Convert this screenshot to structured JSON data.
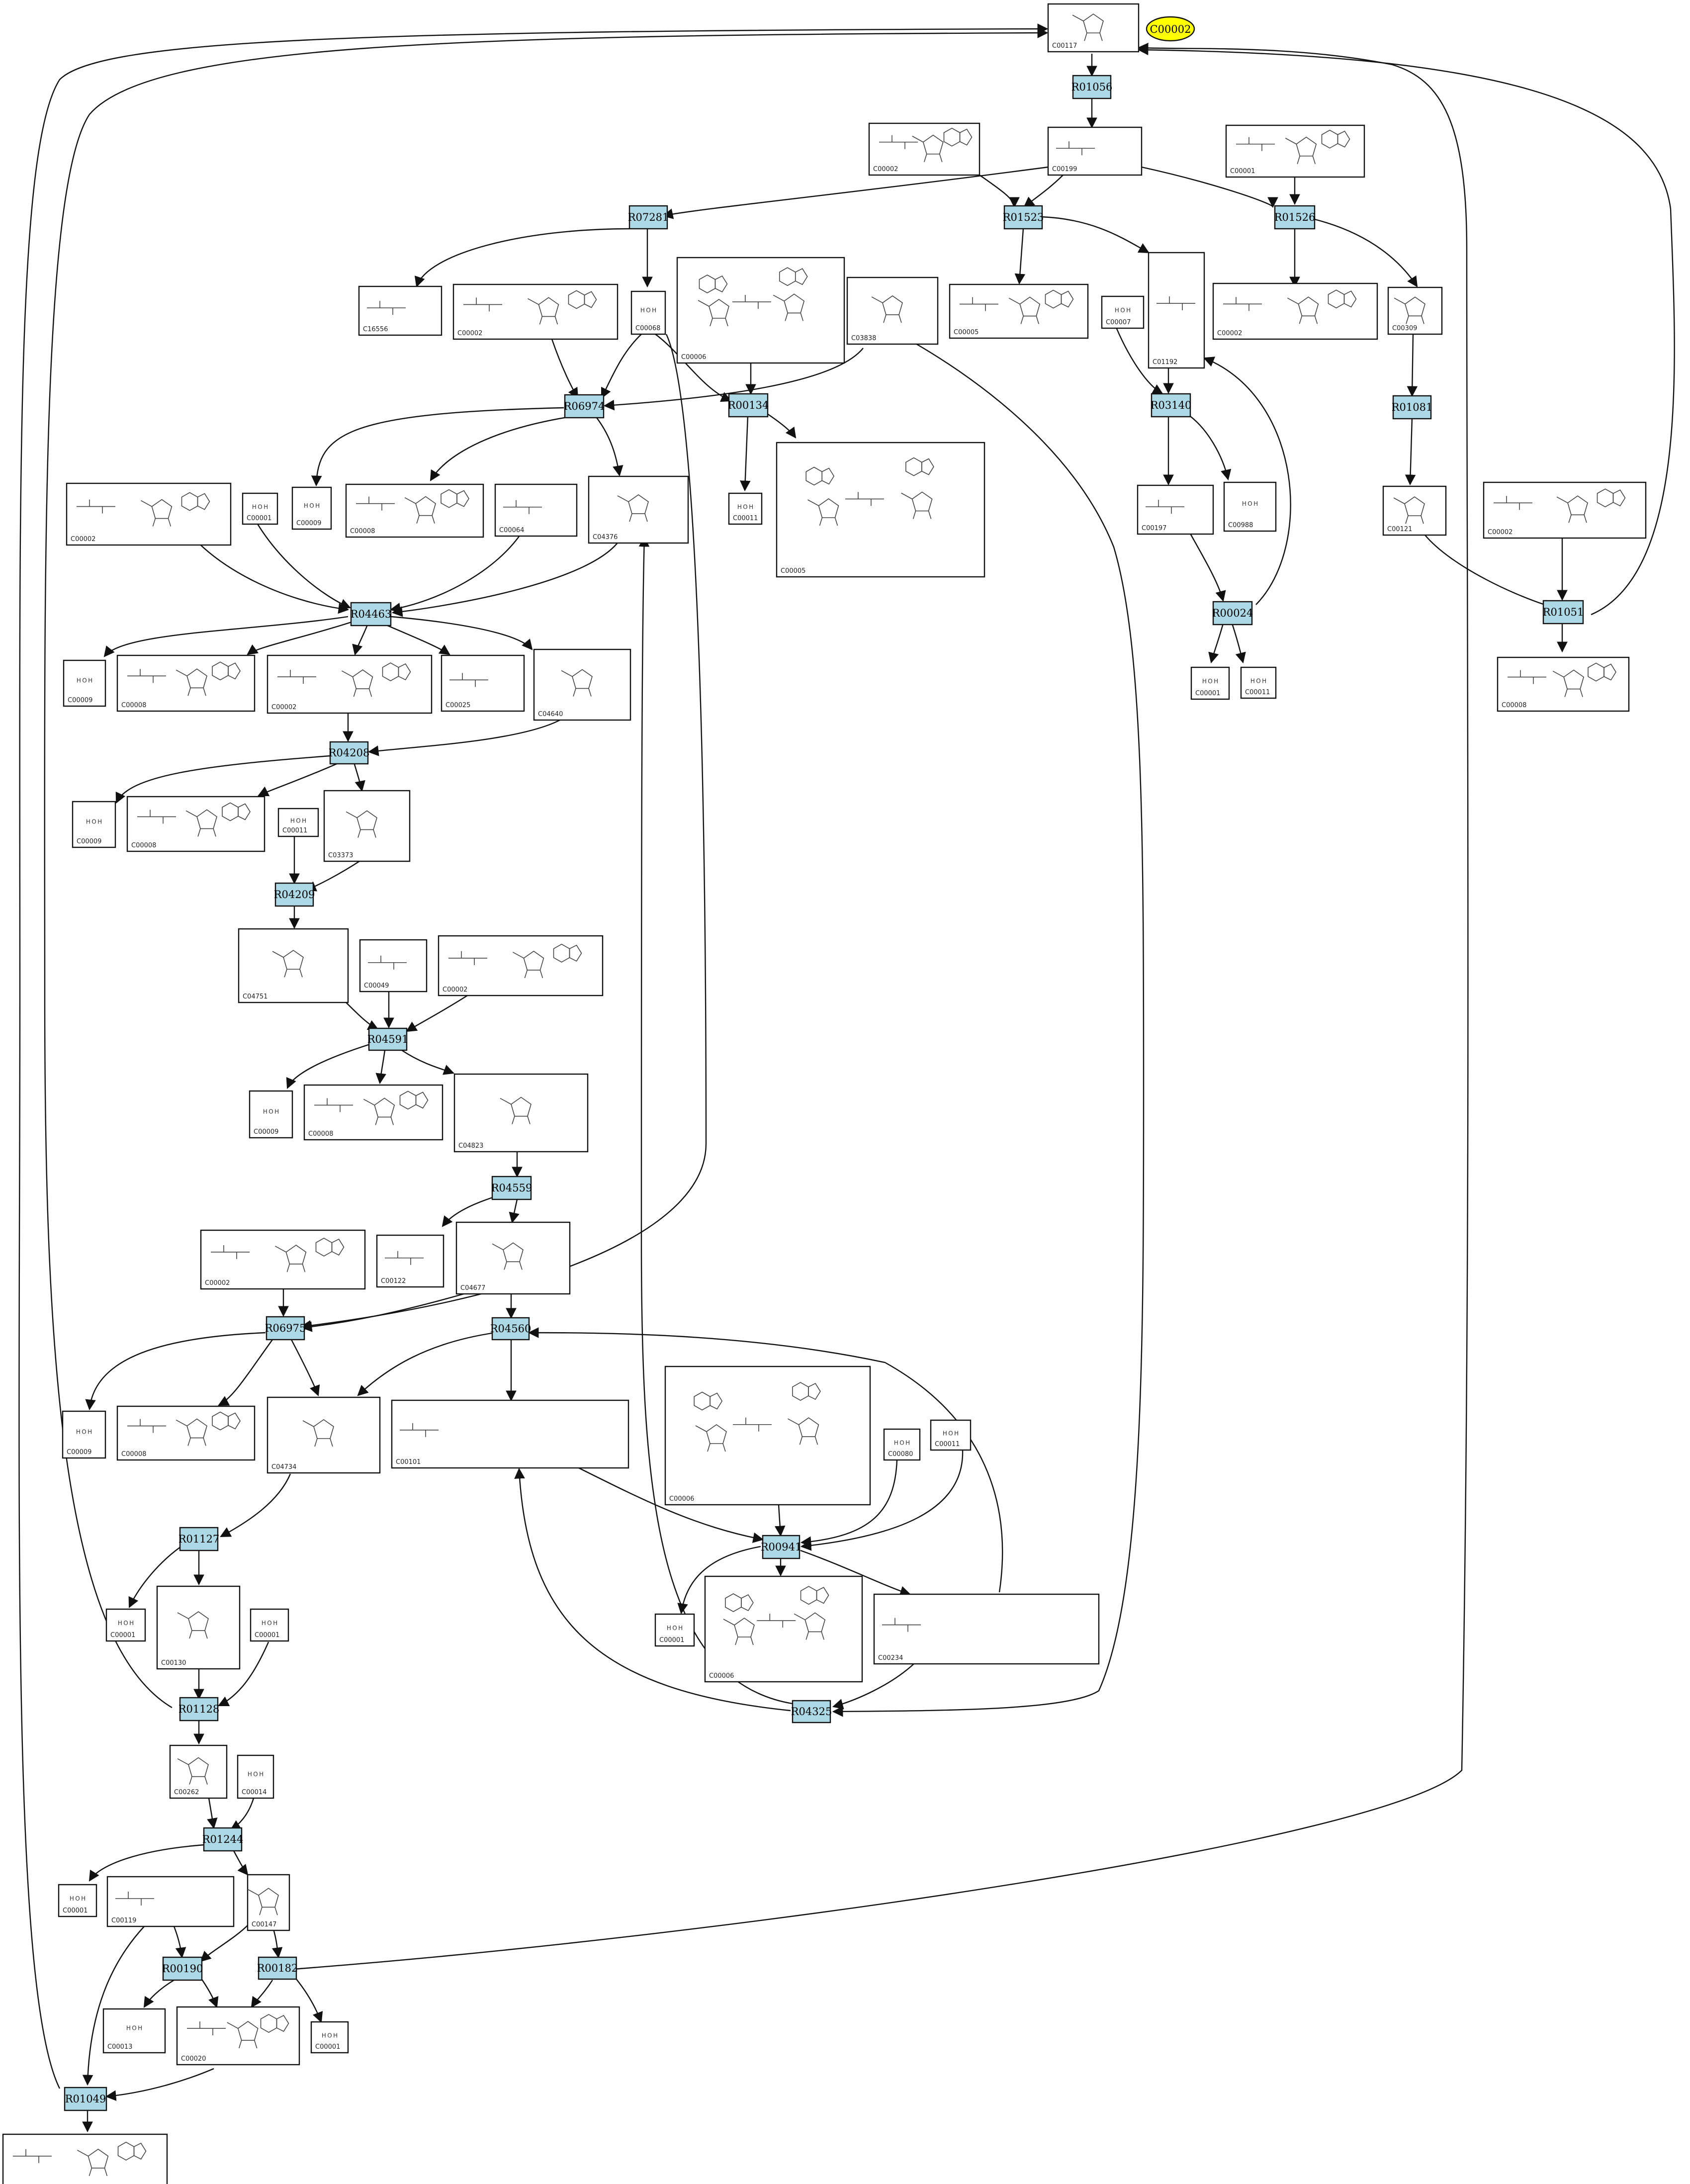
{
  "colors": {
    "reaction_fill": "#add8e6",
    "compound_fill": "#ffffff",
    "highlight_fill": "#ffff00",
    "edge": "#111111"
  },
  "highlight": {
    "label": "C00002"
  },
  "compounds": [
    {
      "id": "n1",
      "label": "C00117"
    },
    {
      "id": "n2",
      "label": "C00002"
    },
    {
      "id": "n3",
      "label": "C00199"
    },
    {
      "id": "n4",
      "label": "C00001"
    },
    {
      "id": "n5",
      "label": "C16556"
    },
    {
      "id": "n6",
      "label": "C00002"
    },
    {
      "id": "n7",
      "label": "C00068"
    },
    {
      "id": "n8",
      "label": "C00006"
    },
    {
      "id": "n9",
      "label": "C03838"
    },
    {
      "id": "n10",
      "label": "C00005"
    },
    {
      "id": "n11",
      "label": "C00007"
    },
    {
      "id": "n12",
      "label": "C01192"
    },
    {
      "id": "n13",
      "label": "C00002"
    },
    {
      "id": "n14",
      "label": "C00309"
    },
    {
      "id": "n15",
      "label": "C00002"
    },
    {
      "id": "n16",
      "label": "C00001"
    },
    {
      "id": "n17",
      "label": "C00009"
    },
    {
      "id": "n18",
      "label": "C00008"
    },
    {
      "id": "n19",
      "label": "C00064"
    },
    {
      "id": "n20",
      "label": "C04376"
    },
    {
      "id": "n21",
      "label": "C00011"
    },
    {
      "id": "n22",
      "label": "C00005"
    },
    {
      "id": "n23",
      "label": "C00197"
    },
    {
      "id": "n24",
      "label": "C00988"
    },
    {
      "id": "n25",
      "label": "C00121"
    },
    {
      "id": "n26",
      "label": "C00002"
    },
    {
      "id": "n27",
      "label": "C00009"
    },
    {
      "id": "n28",
      "label": "C00008"
    },
    {
      "id": "n29",
      "label": "C00002"
    },
    {
      "id": "n30",
      "label": "C00025"
    },
    {
      "id": "n31",
      "label": "C04640"
    },
    {
      "id": "n32",
      "label": "C00001"
    },
    {
      "id": "n33",
      "label": "C00011"
    },
    {
      "id": "n34",
      "label": "C00008"
    },
    {
      "id": "n35",
      "label": "C00009"
    },
    {
      "id": "n36",
      "label": "C00008"
    },
    {
      "id": "n37",
      "label": "C00011"
    },
    {
      "id": "n38",
      "label": "C03373"
    },
    {
      "id": "n39",
      "label": "C04751"
    },
    {
      "id": "n40",
      "label": "C00049"
    },
    {
      "id": "n41",
      "label": "C00002"
    },
    {
      "id": "n42",
      "label": "C00009"
    },
    {
      "id": "n43",
      "label": "C00008"
    },
    {
      "id": "n44",
      "label": "C04823"
    },
    {
      "id": "n45",
      "label": "C00002"
    },
    {
      "id": "n46",
      "label": "C00122"
    },
    {
      "id": "n47",
      "label": "C04677"
    },
    {
      "id": "n48",
      "label": "C00009"
    },
    {
      "id": "n49",
      "label": "C00008"
    },
    {
      "id": "n50",
      "label": "C04734"
    },
    {
      "id": "n51",
      "label": "C00101"
    },
    {
      "id": "n52",
      "label": "C00006"
    },
    {
      "id": "n53",
      "label": "C00080"
    },
    {
      "id": "n54",
      "label": "C00011"
    },
    {
      "id": "n55",
      "label": "C00001"
    },
    {
      "id": "n56",
      "label": "C00130"
    },
    {
      "id": "n57",
      "label": "C00001"
    },
    {
      "id": "n58",
      "label": "C00001"
    },
    {
      "id": "n59",
      "label": "C00006"
    },
    {
      "id": "n60",
      "label": "C00234"
    },
    {
      "id": "n61",
      "label": "C00262"
    },
    {
      "id": "n62",
      "label": "C00014"
    },
    {
      "id": "n63",
      "label": "C00001"
    },
    {
      "id": "n64",
      "label": "C00119"
    },
    {
      "id": "n65",
      "label": "C00147"
    },
    {
      "id": "n66",
      "label": "C00013"
    },
    {
      "id": "n67",
      "label": "C00020"
    },
    {
      "id": "n68",
      "label": "C00001"
    },
    {
      "id": "n69",
      "label": "C00002"
    }
  ],
  "reactions": [
    {
      "id": "r1",
      "label": "R01056"
    },
    {
      "id": "r2",
      "label": "R07281"
    },
    {
      "id": "r3",
      "label": "R01523"
    },
    {
      "id": "r4",
      "label": "R01526"
    },
    {
      "id": "r5",
      "label": "R06974"
    },
    {
      "id": "r6",
      "label": "R00134"
    },
    {
      "id": "r7",
      "label": "R03140"
    },
    {
      "id": "r8",
      "label": "R01081"
    },
    {
      "id": "r9",
      "label": "R04463"
    },
    {
      "id": "r10",
      "label": "R00024"
    },
    {
      "id": "r11",
      "label": "R01051"
    },
    {
      "id": "r12",
      "label": "R04208"
    },
    {
      "id": "r13",
      "label": "R04209"
    },
    {
      "id": "r14",
      "label": "R04591"
    },
    {
      "id": "r15",
      "label": "R04559"
    },
    {
      "id": "r16",
      "label": "R06975"
    },
    {
      "id": "r17",
      "label": "R04560"
    },
    {
      "id": "r18",
      "label": "R01127"
    },
    {
      "id": "r19",
      "label": "R00941"
    },
    {
      "id": "r20",
      "label": "R01128"
    },
    {
      "id": "r21",
      "label": "R04325"
    },
    {
      "id": "r22",
      "label": "R01244"
    },
    {
      "id": "r23",
      "label": "R00190"
    },
    {
      "id": "r24",
      "label": "R00182"
    },
    {
      "id": "r25",
      "label": "R01049"
    }
  ]
}
